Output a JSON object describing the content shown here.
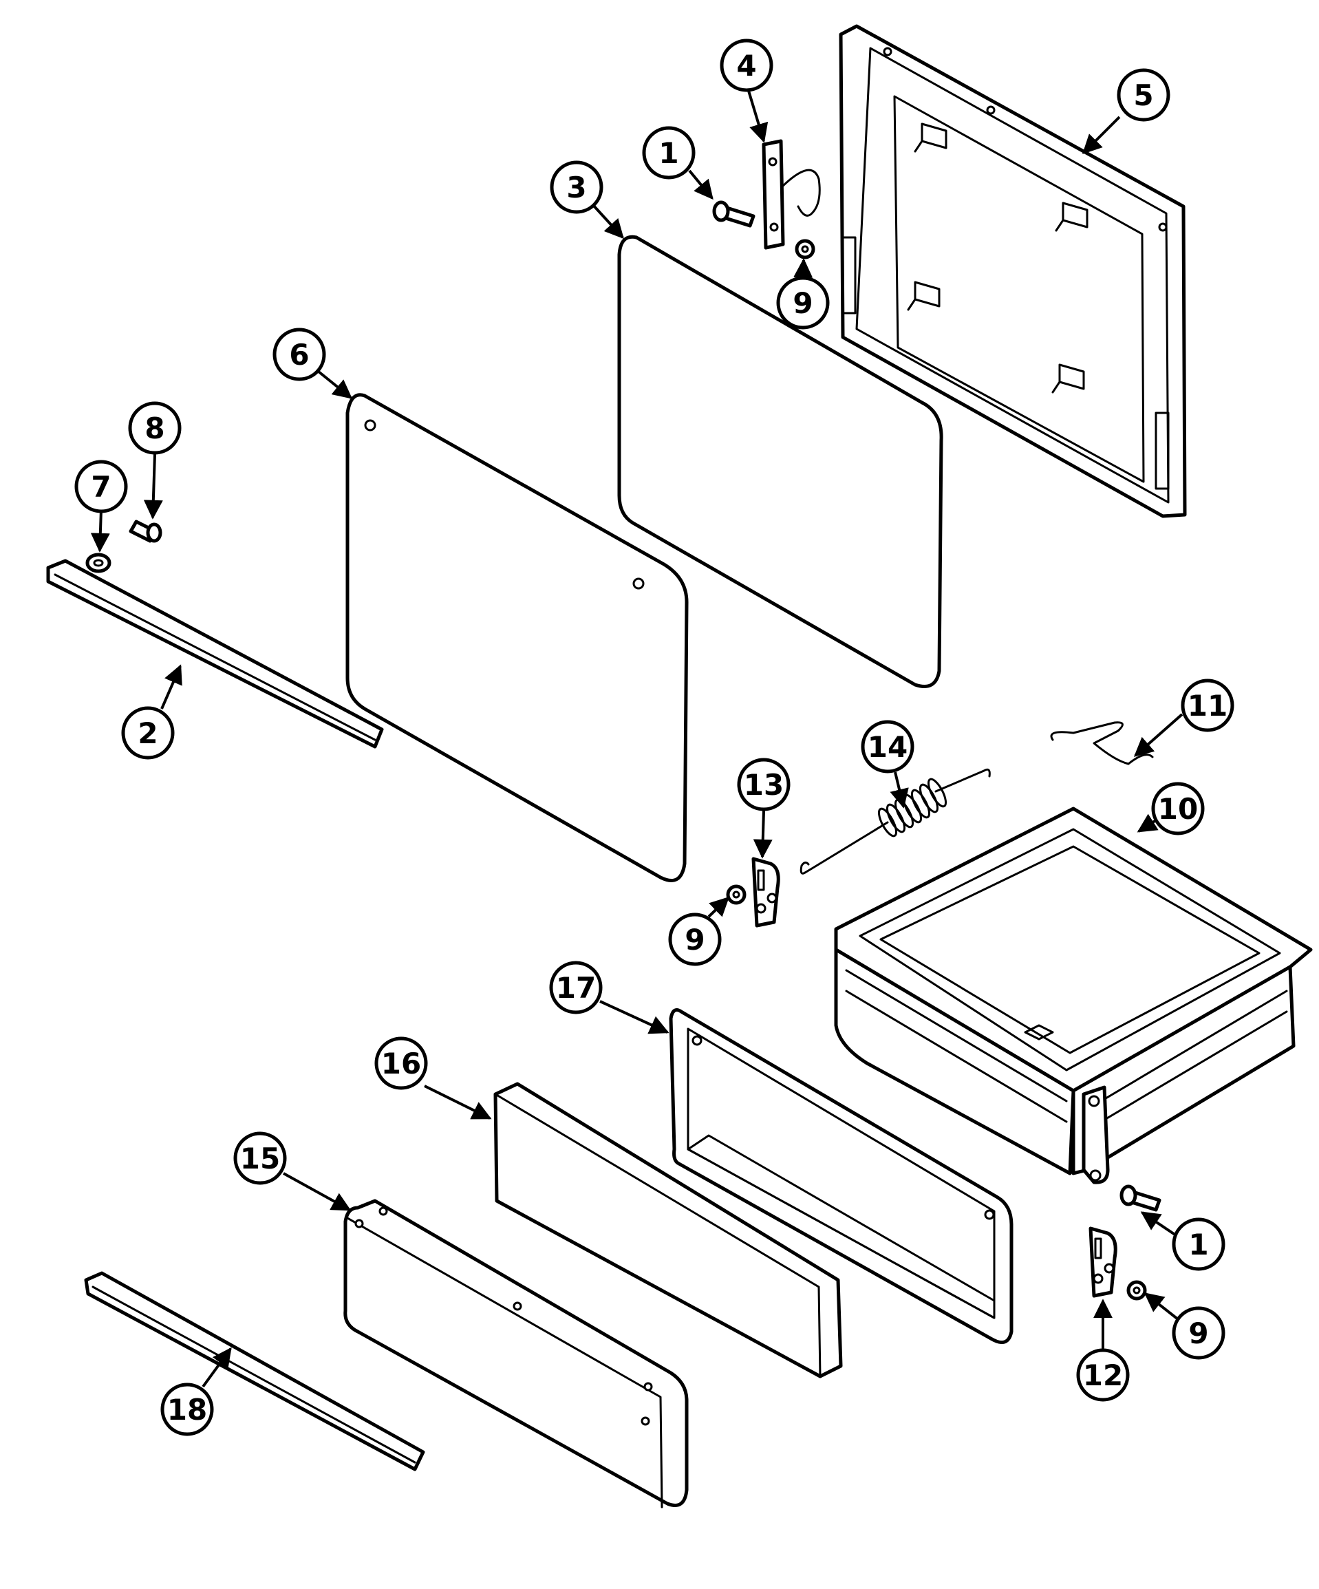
{
  "callouts": [
    {
      "id": "c1a",
      "label": "1"
    },
    {
      "id": "c1b",
      "label": "1"
    },
    {
      "id": "c2",
      "label": "2"
    },
    {
      "id": "c3",
      "label": "3"
    },
    {
      "id": "c4",
      "label": "4"
    },
    {
      "id": "c5",
      "label": "5"
    },
    {
      "id": "c6",
      "label": "6"
    },
    {
      "id": "c7",
      "label": "7"
    },
    {
      "id": "c8",
      "label": "8"
    },
    {
      "id": "c9a",
      "label": "9"
    },
    {
      "id": "c9b",
      "label": "9"
    },
    {
      "id": "c9c",
      "label": "9"
    },
    {
      "id": "c10",
      "label": "10"
    },
    {
      "id": "c11",
      "label": "11"
    },
    {
      "id": "c12",
      "label": "12"
    },
    {
      "id": "c13",
      "label": "13"
    },
    {
      "id": "c14",
      "label": "14"
    },
    {
      "id": "c15",
      "label": "15"
    },
    {
      "id": "c16",
      "label": "16"
    },
    {
      "id": "c17",
      "label": "17"
    },
    {
      "id": "c18",
      "label": "18"
    }
  ]
}
